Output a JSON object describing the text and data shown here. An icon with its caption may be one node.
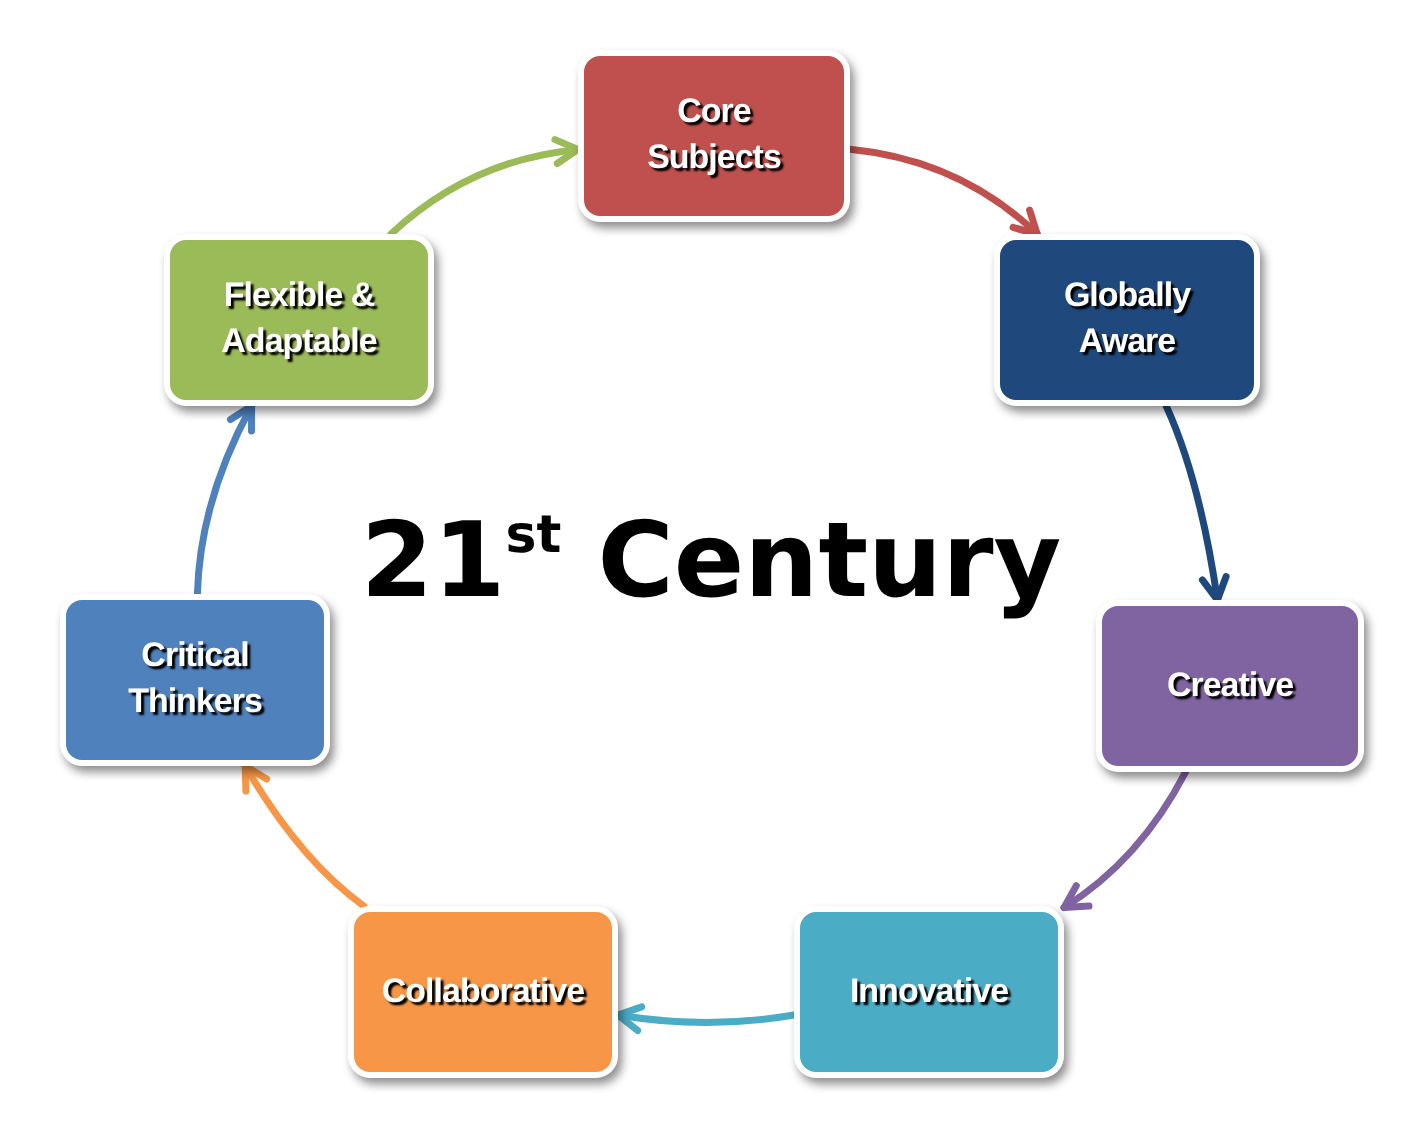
{
  "diagram": {
    "title": "21$^{st}$ Century",
    "nodes": [
      {
        "text": [
          "Core Subjects"
        ]
      },
      {
        "text": [
          "Flexible & Adaptable"
        ]
      },
      {
        "text": [
          "Globally Aware"
        ]
      },
      {
        "text": [
          "Critical Thinkers"
        ]
      },
      {
        "text": [
          "Creative"
        ]
      },
      {
        "text": [
          "Collaborative"
        ]
      },
      {
        "text": [
          "Innovative"
        ]
      }
    ],
    "edges": [
      {
        "from": 1,
        "to": 0,
        "arrow": "to",
        "color": "#9bbb59"
      },
      {
        "from": 0,
        "to": 2,
        "arrow": "to",
        "color": "#c0504d"
      },
      {
        "from": 2,
        "to": 4,
        "arrow": "to",
        "color": "#1f497d"
      },
      {
        "from": 4,
        "to": 6,
        "arrow": "to",
        "color": "#8064a2"
      },
      {
        "from": 6,
        "to": 5,
        "arrow": "to",
        "color": "#4bacc6"
      },
      {
        "from": 5,
        "to": 3,
        "arrow": "to",
        "color": "#f79646"
      },
      {
        "from": 3,
        "to": 1,
        "arrow": "to",
        "color": "#4f81bd"
      }
    ]
  }
}
